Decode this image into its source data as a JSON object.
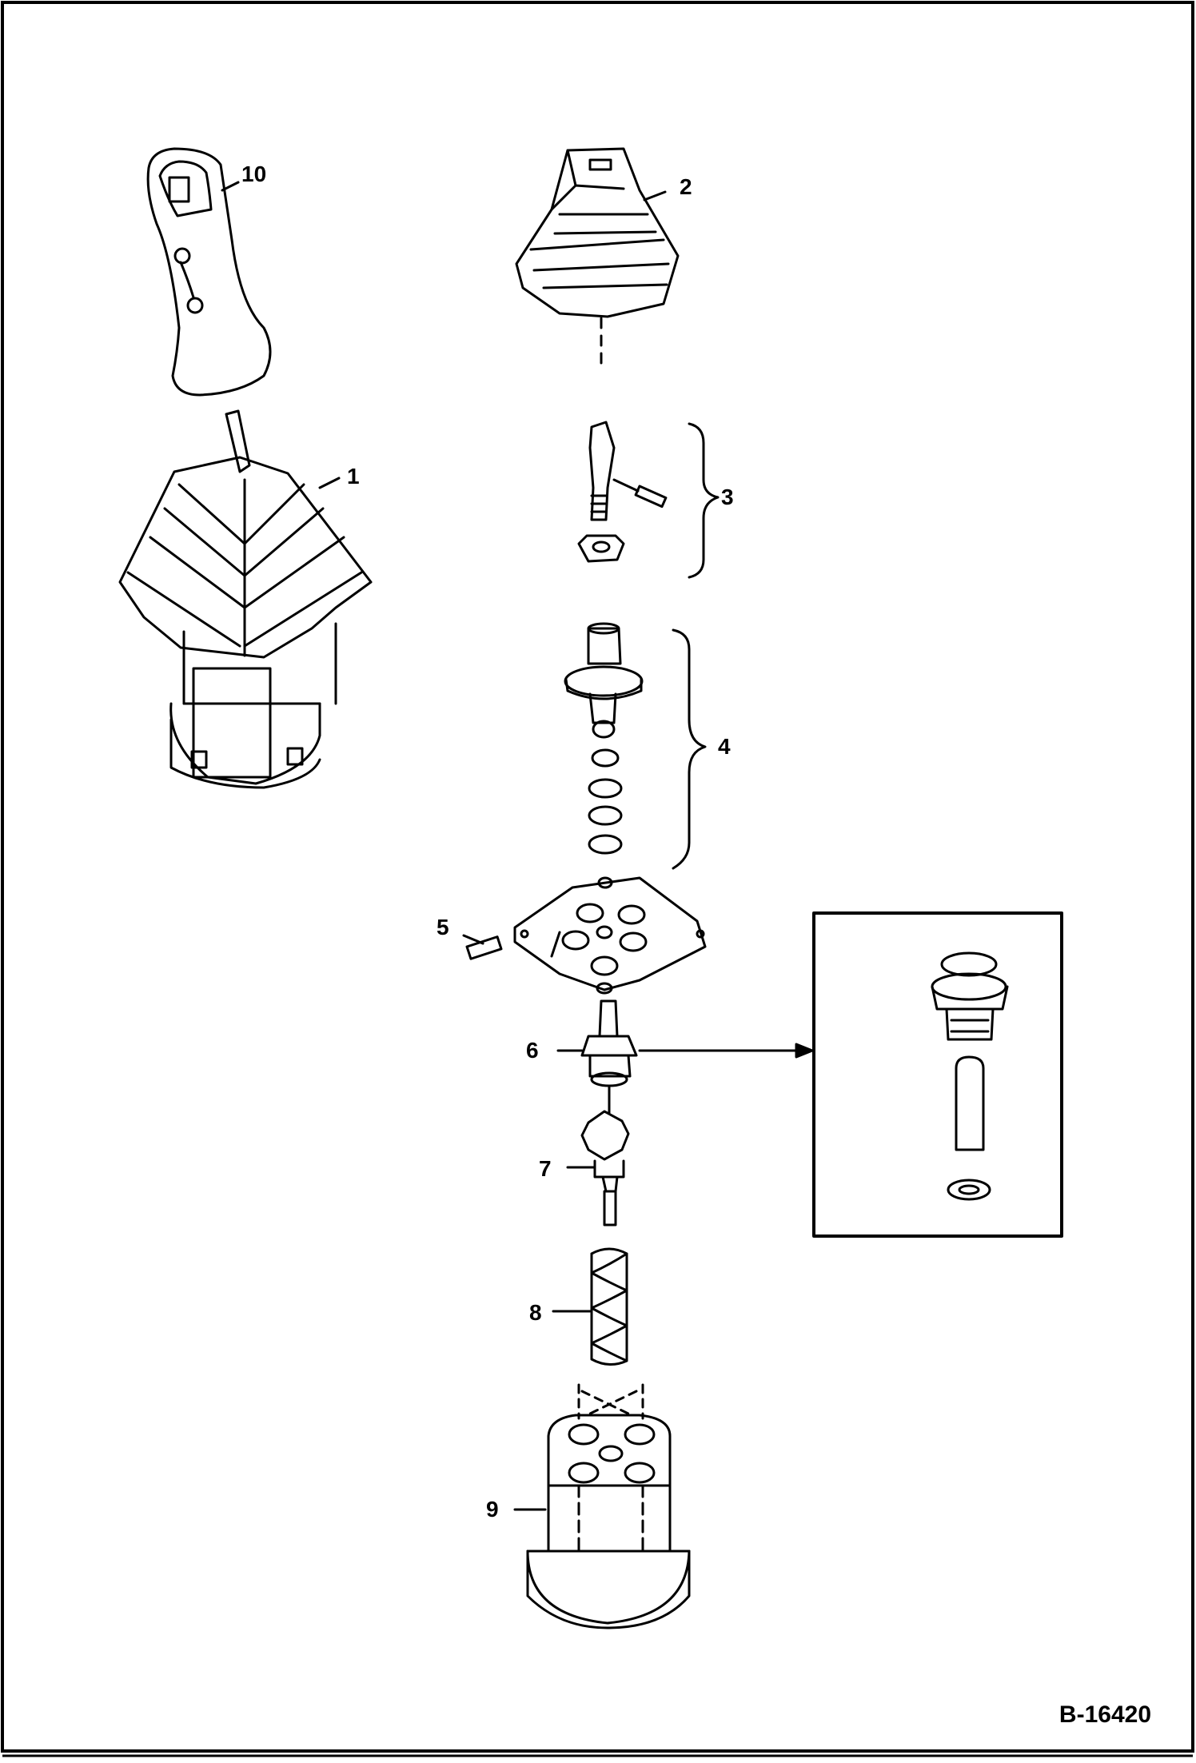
{
  "drawing": {
    "id": "B-16420",
    "callouts": [
      "1",
      "2",
      "3",
      "4",
      "5",
      "6",
      "7",
      "8",
      "9",
      "10"
    ]
  },
  "colors": {
    "line": "#000000",
    "background": "#ffffff"
  }
}
